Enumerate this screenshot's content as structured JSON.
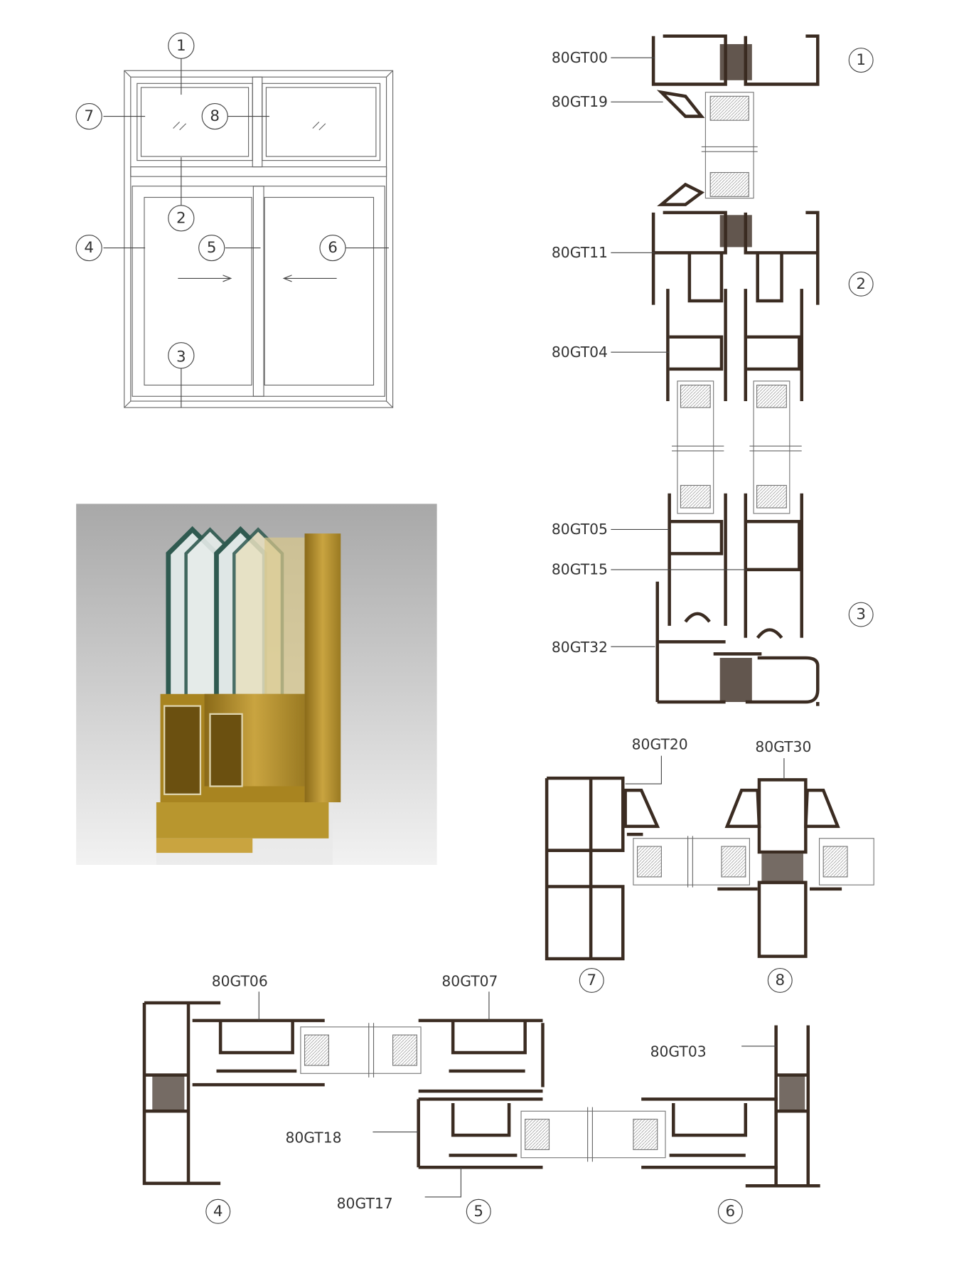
{
  "elevation": {
    "callouts": [
      "1",
      "2",
      "3",
      "4",
      "5",
      "6",
      "7",
      "8"
    ]
  },
  "section_vertical": {
    "labels": [
      "80GT00",
      "80GT19",
      "80GT11",
      "80GT04",
      "80GT05",
      "80GT15",
      "80GT32"
    ],
    "callouts": [
      "1",
      "2",
      "3"
    ]
  },
  "section_transom": {
    "labels": [
      "80GT20",
      "80GT30"
    ],
    "callouts": [
      "7",
      "8"
    ]
  },
  "section_horizontal": {
    "labels": [
      "80GT06",
      "80GT07",
      "80GT03",
      "80GT18",
      "80GT17"
    ],
    "callouts": [
      "4",
      "5",
      "6"
    ]
  },
  "colors": {
    "profile": "#3b2c22",
    "gold": "#b8962e"
  }
}
